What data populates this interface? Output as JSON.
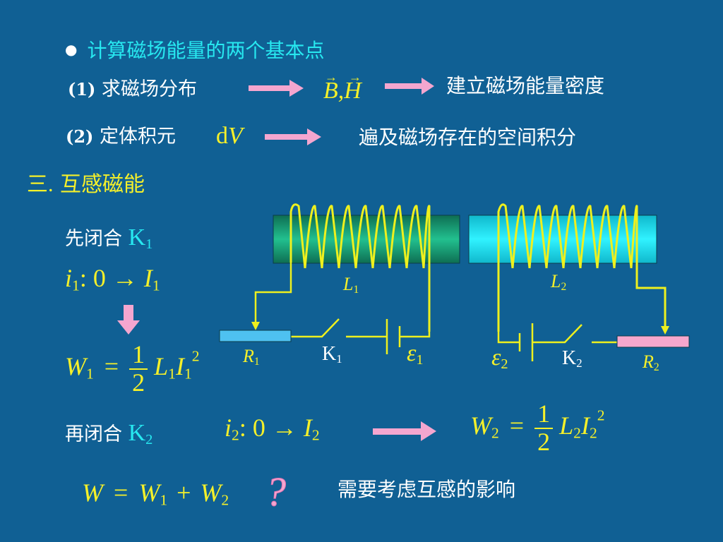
{
  "bullet": {
    "dot": "●",
    "text": "计算磁场能量的两个基本点"
  },
  "point1": {
    "num": "(1)",
    "text": "求磁场分布",
    "symbols": "B,H",
    "result": "建立磁场能量密度"
  },
  "point2": {
    "num": "(2)",
    "text": "定体积元",
    "symbol_d": "d",
    "symbol_v": "V",
    "result": "遍及磁场存在的空间积分"
  },
  "section": {
    "num": "三.",
    "title": "互感磁能"
  },
  "step1": {
    "label": "先闭合",
    "switch": "K",
    "switch_sub": "1",
    "current": {
      "i": "i",
      "sub": "1",
      "range": ": 0 → ",
      "I": "I",
      "Isub": "1"
    },
    "energy": {
      "W": "W",
      "Wsub": "1",
      "eq": "=",
      "num": "1",
      "den": "2",
      "L": "L",
      "Lsub": "1",
      "I": "I",
      "Isub": "1",
      "pow": "2"
    }
  },
  "step2": {
    "label": "再闭合",
    "switch": "K",
    "switch_sub": "2",
    "current": {
      "i": "i",
      "sub": "2",
      "range": ": 0 → ",
      "I": "I",
      "Isub": "2"
    },
    "energy": {
      "W": "W",
      "Wsub": "2",
      "eq": "=",
      "num": "1",
      "den": "2",
      "L": "L",
      "Lsub": "2",
      "I": "I",
      "Isub": "2",
      "pow": "2"
    }
  },
  "total": {
    "W": "W",
    "eq": "=",
    "W1": "W",
    "W1sub": "1",
    "plus": "+",
    "W2": "W",
    "W2sub": "2",
    "question": "?",
    "note": "需要考虑互感的影响"
  },
  "circuit": {
    "L1": "L",
    "L1sub": "1",
    "L2": "L",
    "L2sub": "2",
    "R1": "R",
    "R1sub": "1",
    "R2": "R",
    "R2sub": "2",
    "K1": "K",
    "K1sub": "1",
    "K2": "K",
    "K2sub": "2",
    "E1": "ε",
    "E1sub": "1",
    "E2": "ε",
    "E2sub": "2"
  },
  "colors": {
    "background": "#106094",
    "cyan_text": "#27e8f0",
    "yellow_text": "#f5f02a",
    "arrow_pink": "#f4a6cf",
    "solenoid1": "#19a27a",
    "solenoid2": "#12d8e8",
    "resistor1": "#4ec1f0",
    "resistor2": "#f7a7cd"
  }
}
